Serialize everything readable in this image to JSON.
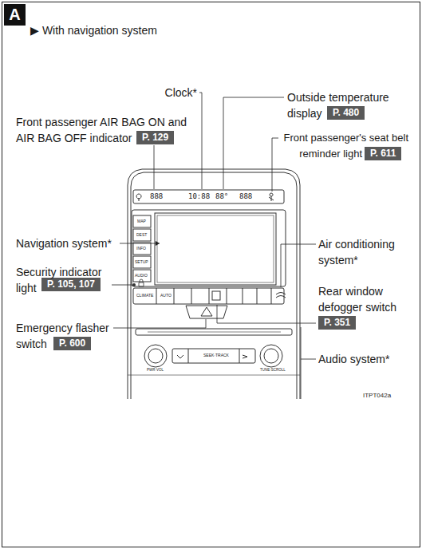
{
  "diagram": {
    "nodes": [
      {
        "text": [
          "A"
        ]
      },
      {
        "text": [
          "P. 480"
        ]
      },
      {
        "text": [
          "P. 129"
        ]
      },
      {
        "text": [
          "P. 611"
        ]
      },
      {
        "text": [
          "P. 105, 107"
        ]
      },
      {
        "text": [
          "P. 351"
        ]
      },
      {
        "text": [
          "P. 600"
        ]
      }
    ],
    "labels": [
      "▶ With navigation system",
      "Clock*",
      "Outside temperature display",
      "Front passenger AIR BAG ON and AIR BAG OFF indicator",
      "Front passenger's seat belt reminder light",
      "Navigation system*",
      "Air conditioning system*",
      "Security indicator light",
      "Rear window defogger switch",
      "Emergency flasher switch",
      "Audio system*",
      "ITPT042a",
      "888",
      "10:88",
      "88°",
      "888",
      "MAP",
      "DEST",
      "INFO",
      "SETUP",
      "AUDIO",
      "CLIMATE",
      "AUTO",
      "SEEK·TRACK",
      "PWR·VOL",
      "TUNE·SCROLL"
    ]
  }
}
